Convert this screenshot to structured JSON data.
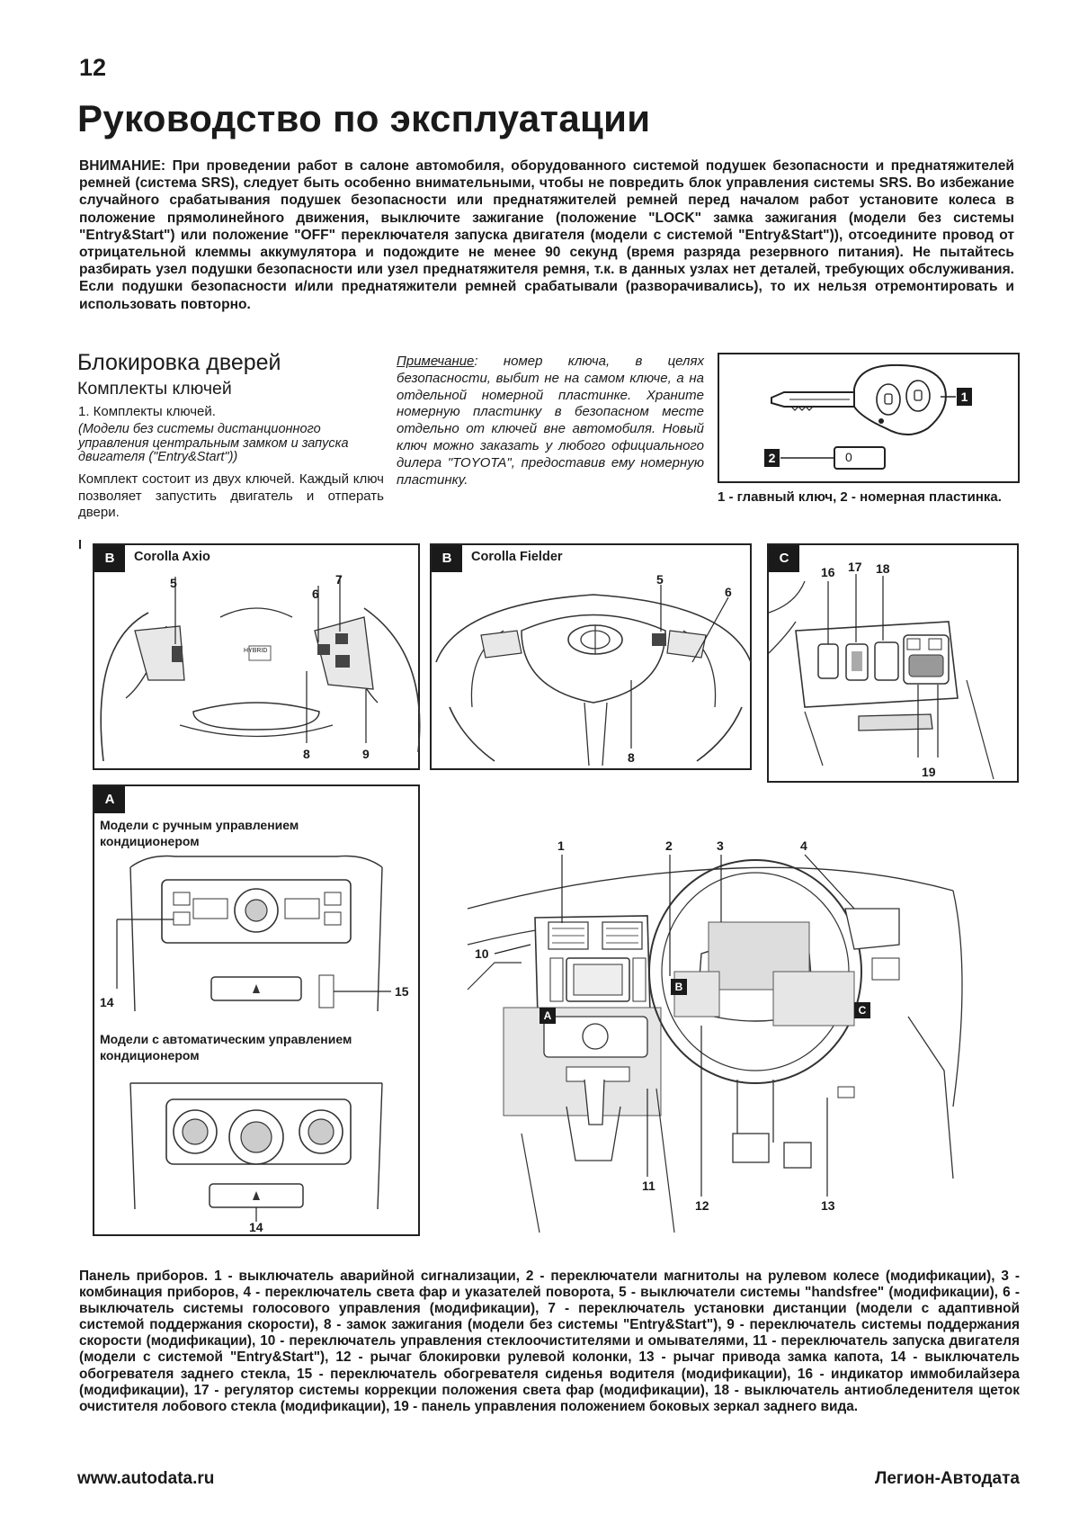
{
  "header": {
    "page_number": "12",
    "title": "Руководство по эксплуатации"
  },
  "warning": {
    "label": "ВНИМАНИЕ:",
    "text": " При проведении работ в салоне автомобиля, оборудованного системой подушек безопасности и преднатяжителей ремней (система SRS), следует быть особенно внимательными, чтобы не повредить блок управления системы SRS. Во избежание случайного срабатывания подушек безопасности или преднатяжителей ремней перед началом работ установите колеса в положение прямолинейного движения, выключите зажигание (положение \"LOCK\" замка зажигания (модели без системы \"Entry&Start\") или положение \"OFF\" переключателя запуска двигателя (модели с системой \"Entry&Start\")), отсоедините провод от отрицательной клеммы аккумулятора и подождите не менее 90 секунд (время разряда резервного питания). Не пытайтесь разбирать узел подушки безопасности или узел преднатяжителя ремня, т.к. в данных узлах нет деталей, требующих обслуживания. Если подушки безопасности и/или преднатяжители ремней срабатывали (разворачивались), то их нельзя отремонтировать и использовать повторно."
  },
  "section": {
    "title": "Блокировка дверей",
    "subtitle": "Комплекты ключей",
    "list_item": "1. Комплекты ключей.",
    "models_note": "(Модели без системы дистанционного управления центральным замком и запуска двигателя (\"Entry&Start\"))",
    "kit_text": "Комплект состоит из двух ключей. Каждый ключ позволяет запустить двигатель и отперать двери."
  },
  "note": {
    "label": "Примечание",
    "text": ": номер ключа, в целях безопасности, выбит не на самом ключе, а на отдельной номерной пластинке. Храните номерную пластинку в безопасном месте отдельно от ключей вне автомобиля. Новый ключ можно заказать у любого официального дилера \"TOYOTA\", предоставив ему номерную пластинку."
  },
  "key_figure": {
    "label_1": "1",
    "label_2": "2",
    "plate_text": "0",
    "caption": "1 - главный ключ, 2 - номерная пластинка."
  },
  "panels": {
    "b1": {
      "tag": "B",
      "title": "Corolla Axio",
      "n5": "5",
      "n6": "6",
      "n7": "7",
      "n8": "8",
      "n9": "9",
      "badge": "HYBRID"
    },
    "b2": {
      "tag": "B",
      "title": "Corolla Fielder",
      "n5": "5",
      "n6": "6",
      "n8": "8"
    },
    "c": {
      "tag": "C",
      "n16": "16",
      "n17": "17",
      "n18": "18",
      "n19": "19"
    },
    "a": {
      "tag": "A",
      "manual_title": "Модели с ручным управлением кондиционером",
      "auto_title": "Модели с автоматическим управлением кондиционером",
      "n14a": "14",
      "n15": "15",
      "n14b": "14"
    },
    "main": {
      "n1": "1",
      "n2": "2",
      "n3": "3",
      "n4": "4",
      "n10": "10",
      "n11": "11",
      "n12": "12",
      "n13": "13",
      "tagA": "A",
      "tagB": "B",
      "tagC": "C"
    }
  },
  "caption": "Панель приборов. 1 - выключатель аварийной сигнализации, 2 - переключатели магнитолы на рулевом колесе (модификации), 3 - комбинация приборов, 4 - переключатель света фар и указателей поворота, 5 - выключатели системы \"handsfree\" (модификации), 6 - выключатель системы голосового управления (модификации), 7 - переключатель установки дистанции (модели с адаптивной системой поддержания скорости), 8 - замок зажигания (модели без системы \"Entry&Start\"), 9 - переключатель системы поддержания скорости (модификации), 10 - переключатель управления стеклоочистителями и омывателями, 11 - переключатель запуска двигателя (модели с системой \"Entry&Start\"), 12 - рычаг блокировки рулевой колонки, 13 - рычаг привода замка капота, 14 - выключатель обогревателя заднего стекла, 15 - переключатель обогревателя сиденья водителя (модификации), 16 - индикатор иммобилайзера (модификации), 17 - регулятор системы коррекции положения света фар (модификации), 18 - выключатель антиобледенителя щеток очистителя лобового стекла (модификации), 19 - панель управления положением боковых зеркал заднего вида.",
  "footer": {
    "url": "www.autodata.ru",
    "brand": "Легион-Автодата"
  }
}
